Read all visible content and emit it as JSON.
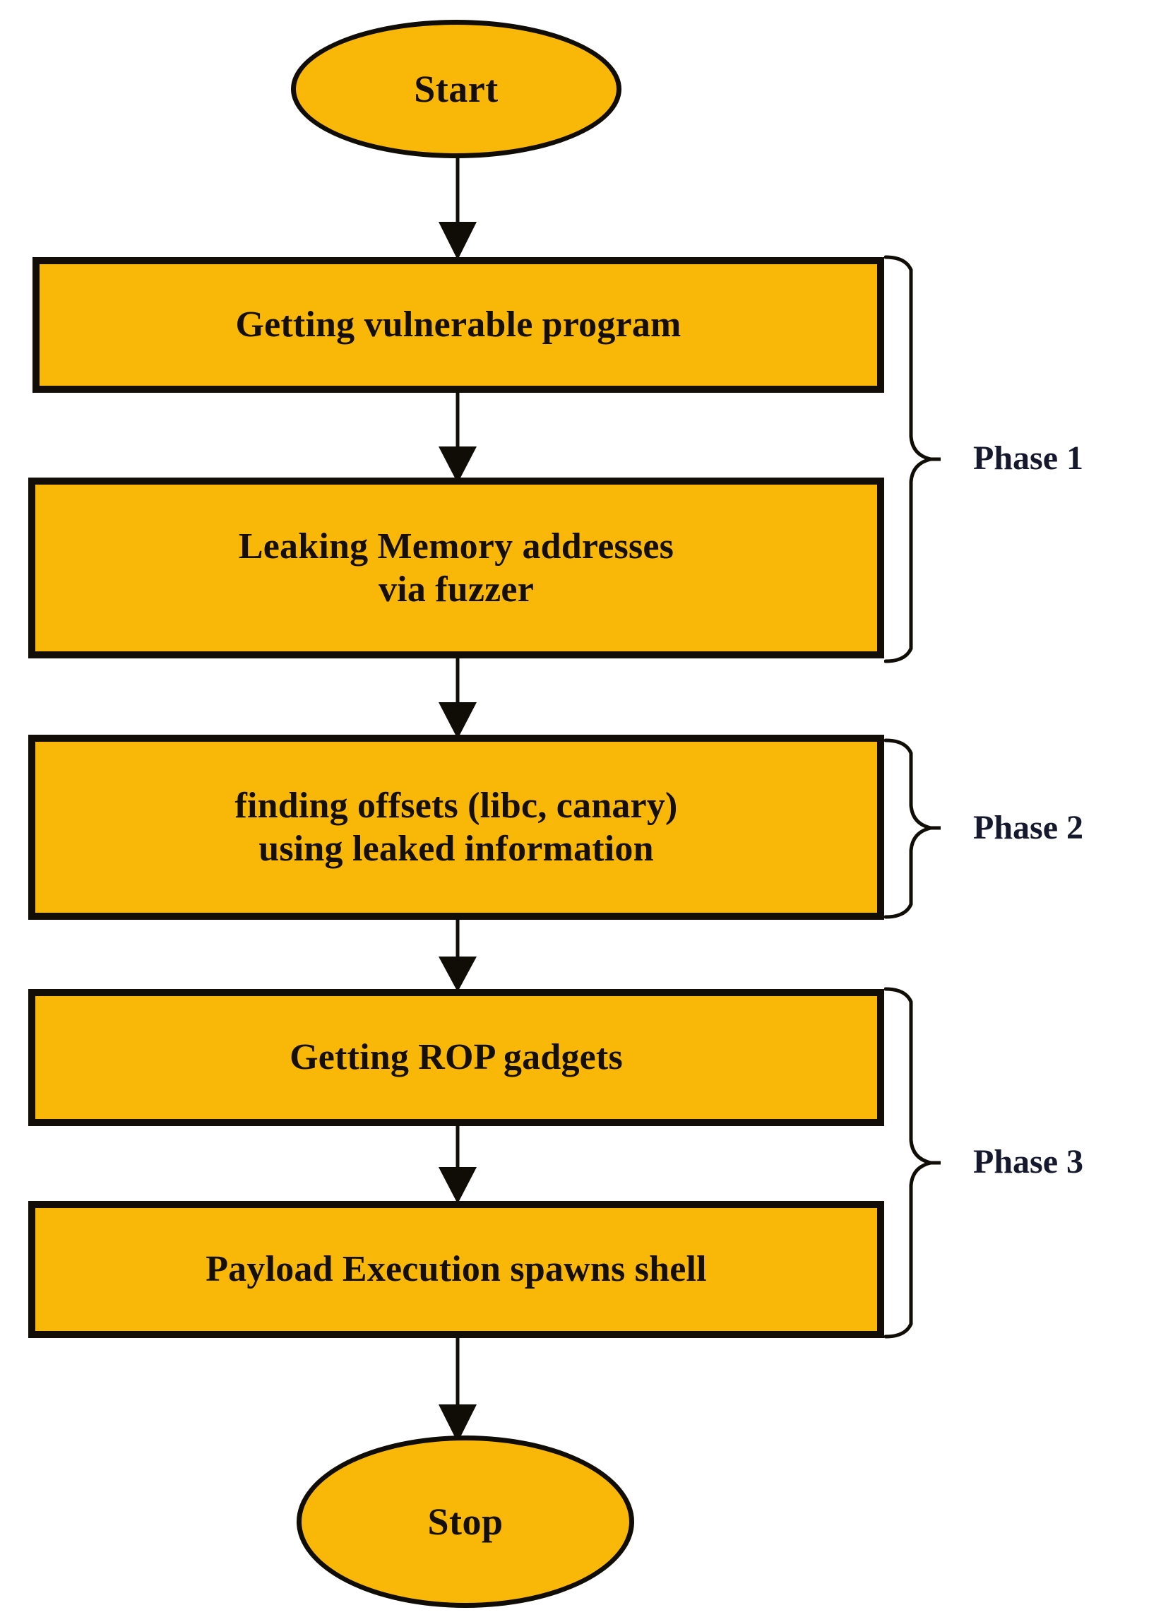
{
  "diagram": {
    "title": "ROP exploitation workflow flowchart",
    "colors": {
      "node_fill": "#F9B707",
      "node_stroke": "#120d06",
      "text": "#140f08",
      "phase_text": "#16182e",
      "background": "#ffffff"
    },
    "start_node": {
      "label": "Start",
      "shape": "ellipse"
    },
    "stop_node": {
      "label": "Stop",
      "shape": "ellipse"
    },
    "steps": [
      {
        "id": "step-1",
        "label": "Getting vulnerable program",
        "lines": [
          "Getting vulnerable program"
        ],
        "phase": "Phase 1"
      },
      {
        "id": "step-2",
        "label": "Leaking Memory addresses via fuzzer",
        "lines": [
          "Leaking Memory addresses",
          "via fuzzer"
        ],
        "phase": "Phase 1"
      },
      {
        "id": "step-3",
        "label": "finding offsets (libc, canary) using leaked information",
        "lines": [
          "finding offsets (libc, canary)",
          "using leaked information"
        ],
        "phase": "Phase 2"
      },
      {
        "id": "step-4",
        "label": "Getting ROP gadgets",
        "lines": [
          "Getting ROP gadgets"
        ],
        "phase": "Phase 3"
      },
      {
        "id": "step-5",
        "label": "Payload Execution spawns shell",
        "lines": [
          "Payload Execution spawns shell"
        ],
        "phase": "Phase 3"
      }
    ],
    "phases": [
      {
        "id": "phase-1",
        "label": "Phase 1",
        "covers": [
          "step-1",
          "step-2"
        ]
      },
      {
        "id": "phase-2",
        "label": "Phase 2",
        "covers": [
          "step-3"
        ]
      },
      {
        "id": "phase-3",
        "label": "Phase 3",
        "covers": [
          "step-4",
          "step-5"
        ]
      }
    ],
    "connectors": [
      {
        "from": "Start",
        "to": "Getting vulnerable program",
        "style": "arrow-down"
      },
      {
        "from": "Getting vulnerable program",
        "to": "Leaking Memory addresses via fuzzer",
        "style": "arrow-down"
      },
      {
        "from": "Leaking Memory addresses via fuzzer",
        "to": "finding offsets (libc, canary) using leaked information",
        "style": "arrow-down"
      },
      {
        "from": "finding offsets (libc, canary) using leaked information",
        "to": "Getting ROP gadgets",
        "style": "arrow-down"
      },
      {
        "from": "Getting ROP gadgets",
        "to": "Payload Execution spawns shell",
        "style": "arrow-down"
      },
      {
        "from": "Payload Execution spawns shell",
        "to": "Stop",
        "style": "arrow-down"
      }
    ]
  }
}
